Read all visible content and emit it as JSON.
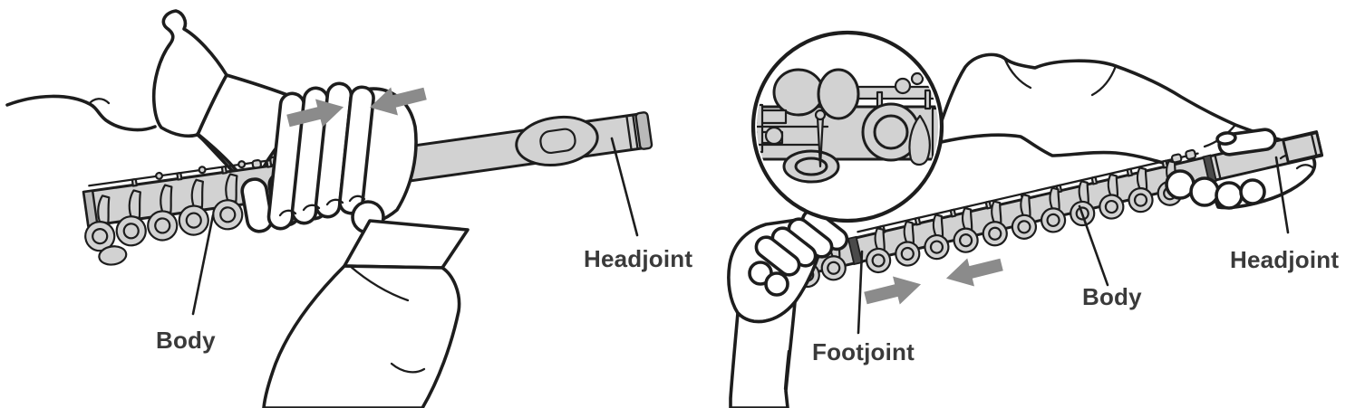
{
  "colors": {
    "background": "#ffffff",
    "line": "#1d1d1d",
    "metal": "#d2d2d2",
    "arrow": "#8b8b8b",
    "label": "#3a3a3a"
  },
  "panels": [
    {
      "name": "headjoint-to-body-assembly",
      "labels": {
        "body": "Body",
        "headjoint": "Headjoint"
      },
      "arrows": [
        "push-right",
        "push-left"
      ]
    },
    {
      "name": "footjoint-to-body-assembly",
      "labels": {
        "footjoint": "Footjoint",
        "body": "Body",
        "headjoint": "Headjoint"
      },
      "arrows": [
        "push-right",
        "push-left"
      ],
      "inset": "magnified-footjoint-key-mechanism"
    }
  ]
}
